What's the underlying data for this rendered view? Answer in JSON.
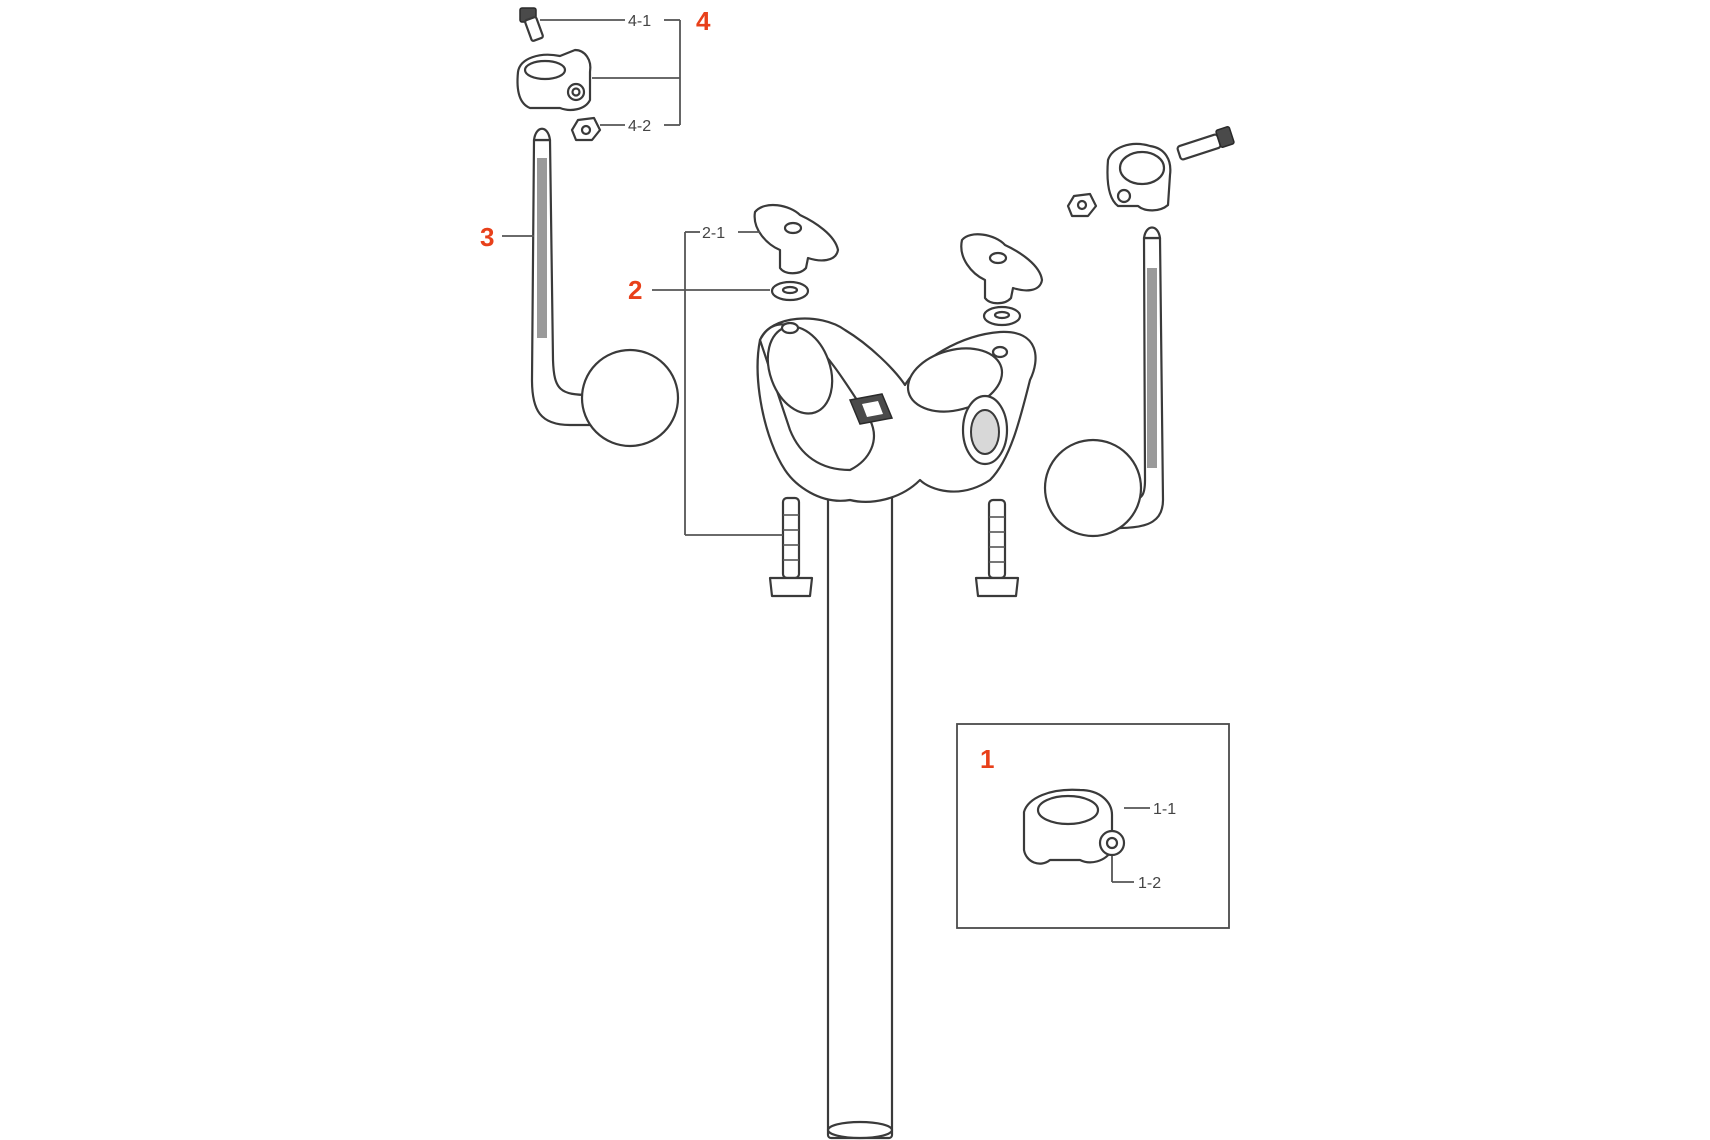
{
  "colors": {
    "main_label": "#e8401a",
    "line": "#3a3a3a"
  },
  "labels": {
    "p1": "1",
    "p1_1": "1-1",
    "p1_2": "1-2",
    "p2": "2",
    "p2_1": "2-1",
    "p3": "3",
    "p4": "4",
    "p4_1": "4-1",
    "p4_2": "4-2"
  }
}
